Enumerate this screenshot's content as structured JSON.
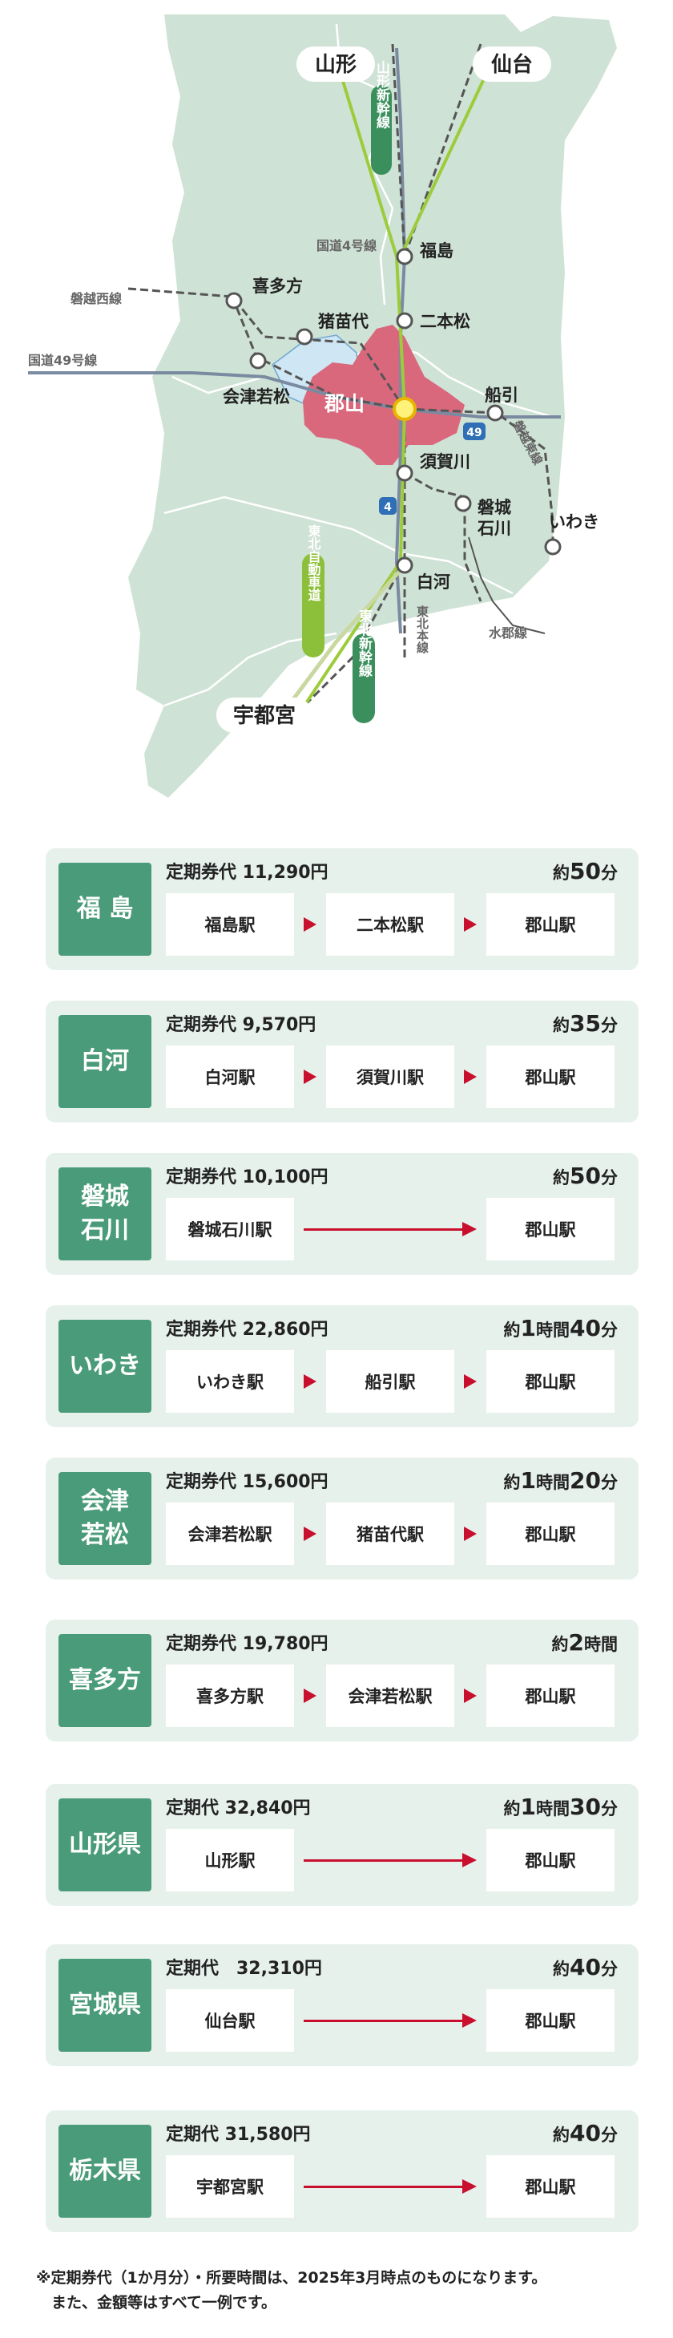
{
  "map": {
    "labels": {
      "yamagata": "山形",
      "sendai": "仙台",
      "yamagata_shinkansen": "山形新幹線",
      "kokudo4": "国道4号線",
      "fukushima": "福島",
      "kitakata": "喜多方",
      "inawashiro": "猪苗代",
      "nihonmatsu": "二本松",
      "banetsu_west": "磐越西線",
      "kokudo49": "国道49号線",
      "aizuwakamatsu": "会津若松",
      "koriyama": "郡山",
      "funehiki": "船引",
      "banetsu_east": "磐越東線",
      "route49": "49",
      "route4": "4",
      "sukagawa": "須賀川",
      "iwaki_ishikawa": "磐城\n石川",
      "iwaki": "いわき",
      "shirakawa": "白河",
      "tohoku_honsen": "東北本線",
      "tohoku_expressway": "東北自動車道",
      "tohoku_shinkansen": "東北新幹線",
      "suigun": "水郡線",
      "utsunomiya": "宇都宮"
    }
  },
  "routes": [
    {
      "city": "福 島",
      "fare": "定期券代 11,290円",
      "time_prefix": "約",
      "time_big": "50",
      "time_suffix": "分",
      "stations": [
        "福島駅",
        "二本松駅",
        "郡山駅"
      ]
    },
    {
      "city": "白河",
      "fare": "定期券代 9,570円",
      "time_prefix": "約",
      "time_big": "35",
      "time_suffix": "分",
      "stations": [
        "白河駅",
        "須賀川駅",
        "郡山駅"
      ]
    },
    {
      "city": "磐城\n石川",
      "fare": "定期券代 10,100円",
      "time_prefix": "約",
      "time_big": "50",
      "time_suffix": "分",
      "stations": [
        "磐城石川駅",
        "郡山駅"
      ]
    },
    {
      "city": "いわき",
      "fare": "定期券代 22,860円",
      "time_prefix": "約",
      "time_big": "1",
      "time_mid": "時間",
      "time_big2": "40",
      "time_suffix": "分",
      "stations": [
        "いわき駅",
        "船引駅",
        "郡山駅"
      ]
    },
    {
      "city": "会津\n若松",
      "fare": "定期券代 15,600円",
      "time_prefix": "約",
      "time_big": "1",
      "time_mid": "時間",
      "time_big2": "20",
      "time_suffix": "分",
      "stations": [
        "会津若松駅",
        "猪苗代駅",
        "郡山駅"
      ]
    },
    {
      "city": "喜多方",
      "fare": "定期券代 19,780円",
      "time_prefix": "約",
      "time_big": "2",
      "time_suffix": "時間",
      "stations": [
        "喜多方駅",
        "会津若松駅",
        "郡山駅"
      ]
    },
    {
      "city": "山形県",
      "fare": "定期代 32,840円",
      "time_prefix": "約",
      "time_big": "1",
      "time_mid": "時間",
      "time_big2": "30",
      "time_suffix": "分",
      "stations": [
        "山形駅",
        "郡山駅"
      ]
    },
    {
      "city": "宮城県",
      "fare": "定期代　32,310円",
      "time_prefix": "約",
      "time_big": "40",
      "time_suffix": "分",
      "stations": [
        "仙台駅",
        "郡山駅"
      ]
    },
    {
      "city": "栃木県",
      "fare": "定期代 31,580円",
      "time_prefix": "約",
      "time_big": "40",
      "time_suffix": "分",
      "stations": [
        "宇都宮駅",
        "郡山駅"
      ]
    }
  ],
  "footnote": {
    "line1": "※定期券代（1か月分）・所要時間は、2025年3月時点のものになります。",
    "line2": "　また、金額等はすべて一例です。"
  },
  "colors": {
    "land": "#cfe2d6",
    "lake": "#cfe6f4",
    "koriyama_area": "#d9687c",
    "card_bg": "#e7f1ec",
    "city_box": "#4a9b79",
    "shinkansen": "#9ccb3b",
    "arrow_red": "#c8102e"
  }
}
